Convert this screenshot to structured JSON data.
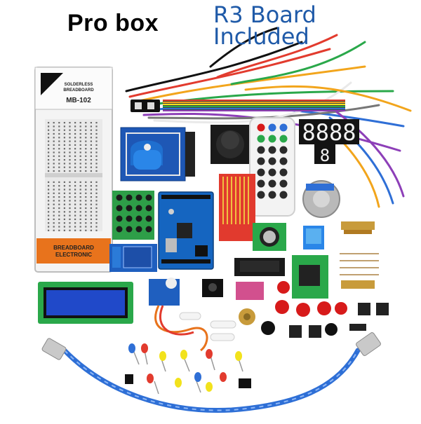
{
  "title": "Pro box",
  "subtitle": "R3 Board\nIncluded",
  "breadboard": {
    "header_line1": "SOLDERLESS",
    "header_line2": "BREADBOARD",
    "model": "MB-102",
    "footer_line1": "BREADBOARD",
    "footer_line2": "ELECTRONIC"
  },
  "seven_segment_4digit": "8888",
  "seven_segment_1digit": "8",
  "colors": {
    "subtitle_blue": "#1f5aa8",
    "board_blue": "#1565c0",
    "breadboard_orange": "#e8731c",
    "usb_cable_blue": "#2e6fd6",
    "button_red": "#d71a1a",
    "keypad_green": "#2e9e48"
  }
}
